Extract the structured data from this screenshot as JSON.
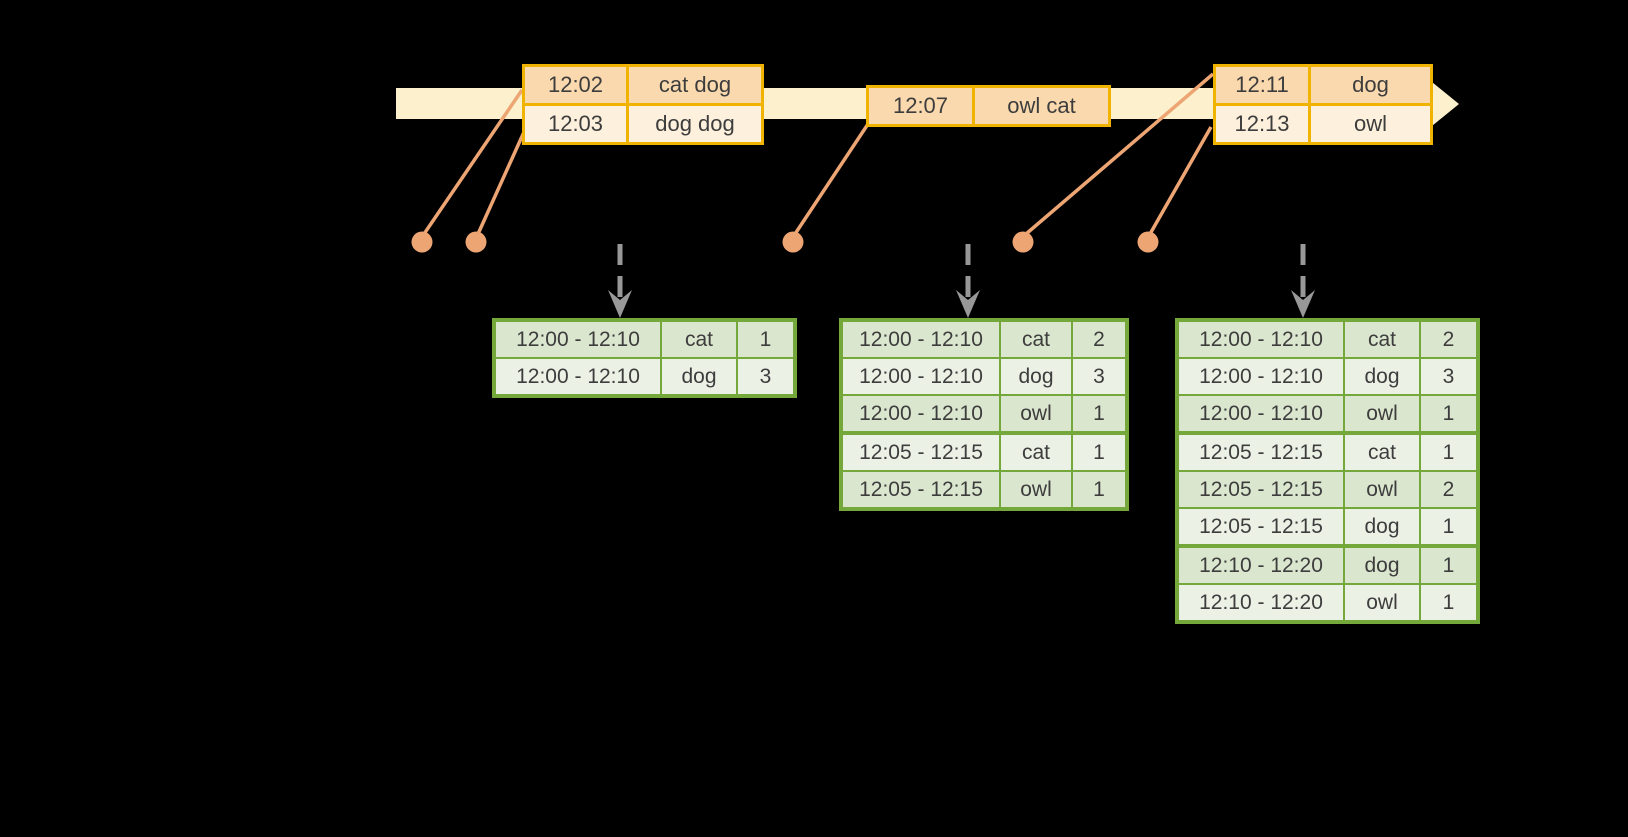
{
  "colors": {
    "background": "#000000",
    "timeline_fill": "#fcf1cc",
    "event_table_border": "#f0b400",
    "event_row_dark": "#fbd9ae",
    "event_row_light": "#fdf0dc",
    "connector_salmon": "#eda573",
    "result_table_border": "#74a83b",
    "result_row_dark": "#dbe6cf",
    "result_row_light": "#ecf1e6",
    "trigger_arrow_gray": "#989898",
    "text": "#3d3d3d"
  },
  "icons": {
    "timeline_arrow": "right-arrow",
    "event_marker": "dot",
    "trigger_arrow": "dashed-down-arrow"
  },
  "event_tables": [
    {
      "rows": [
        {
          "time": "12:02",
          "words": "cat dog"
        },
        {
          "time": "12:03",
          "words": "dog dog"
        }
      ]
    },
    {
      "rows": [
        {
          "time": "12:07",
          "words": "owl cat"
        }
      ]
    },
    {
      "rows": [
        {
          "time": "12:11",
          "words": "dog"
        },
        {
          "time": "12:13",
          "words": "owl"
        }
      ]
    }
  ],
  "result_tables": [
    {
      "rows": [
        {
          "window": "12:00 - 12:10",
          "word": "cat",
          "count": "1"
        },
        {
          "window": "12:00 - 12:10",
          "word": "dog",
          "count": "3"
        }
      ]
    },
    {
      "rows": [
        {
          "window": "12:00 - 12:10",
          "word": "cat",
          "count": "2"
        },
        {
          "window": "12:00 - 12:10",
          "word": "dog",
          "count": "3"
        },
        {
          "window": "12:00 - 12:10",
          "word": "owl",
          "count": "1"
        },
        {
          "window": "12:05 - 12:15",
          "word": "cat",
          "count": "1"
        },
        {
          "window": "12:05 - 12:15",
          "word": "owl",
          "count": "1"
        }
      ]
    },
    {
      "rows": [
        {
          "window": "12:00 - 12:10",
          "word": "cat",
          "count": "2"
        },
        {
          "window": "12:00 - 12:10",
          "word": "dog",
          "count": "3"
        },
        {
          "window": "12:00 - 12:10",
          "word": "owl",
          "count": "1"
        },
        {
          "window": "12:05 - 12:15",
          "word": "cat",
          "count": "1"
        },
        {
          "window": "12:05 - 12:15",
          "word": "owl",
          "count": "2"
        },
        {
          "window": "12:05 - 12:15",
          "word": "dog",
          "count": "1"
        },
        {
          "window": "12:10 - 12:20",
          "word": "dog",
          "count": "1"
        },
        {
          "window": "12:10 - 12:20",
          "word": "owl",
          "count": "1"
        }
      ]
    }
  ]
}
